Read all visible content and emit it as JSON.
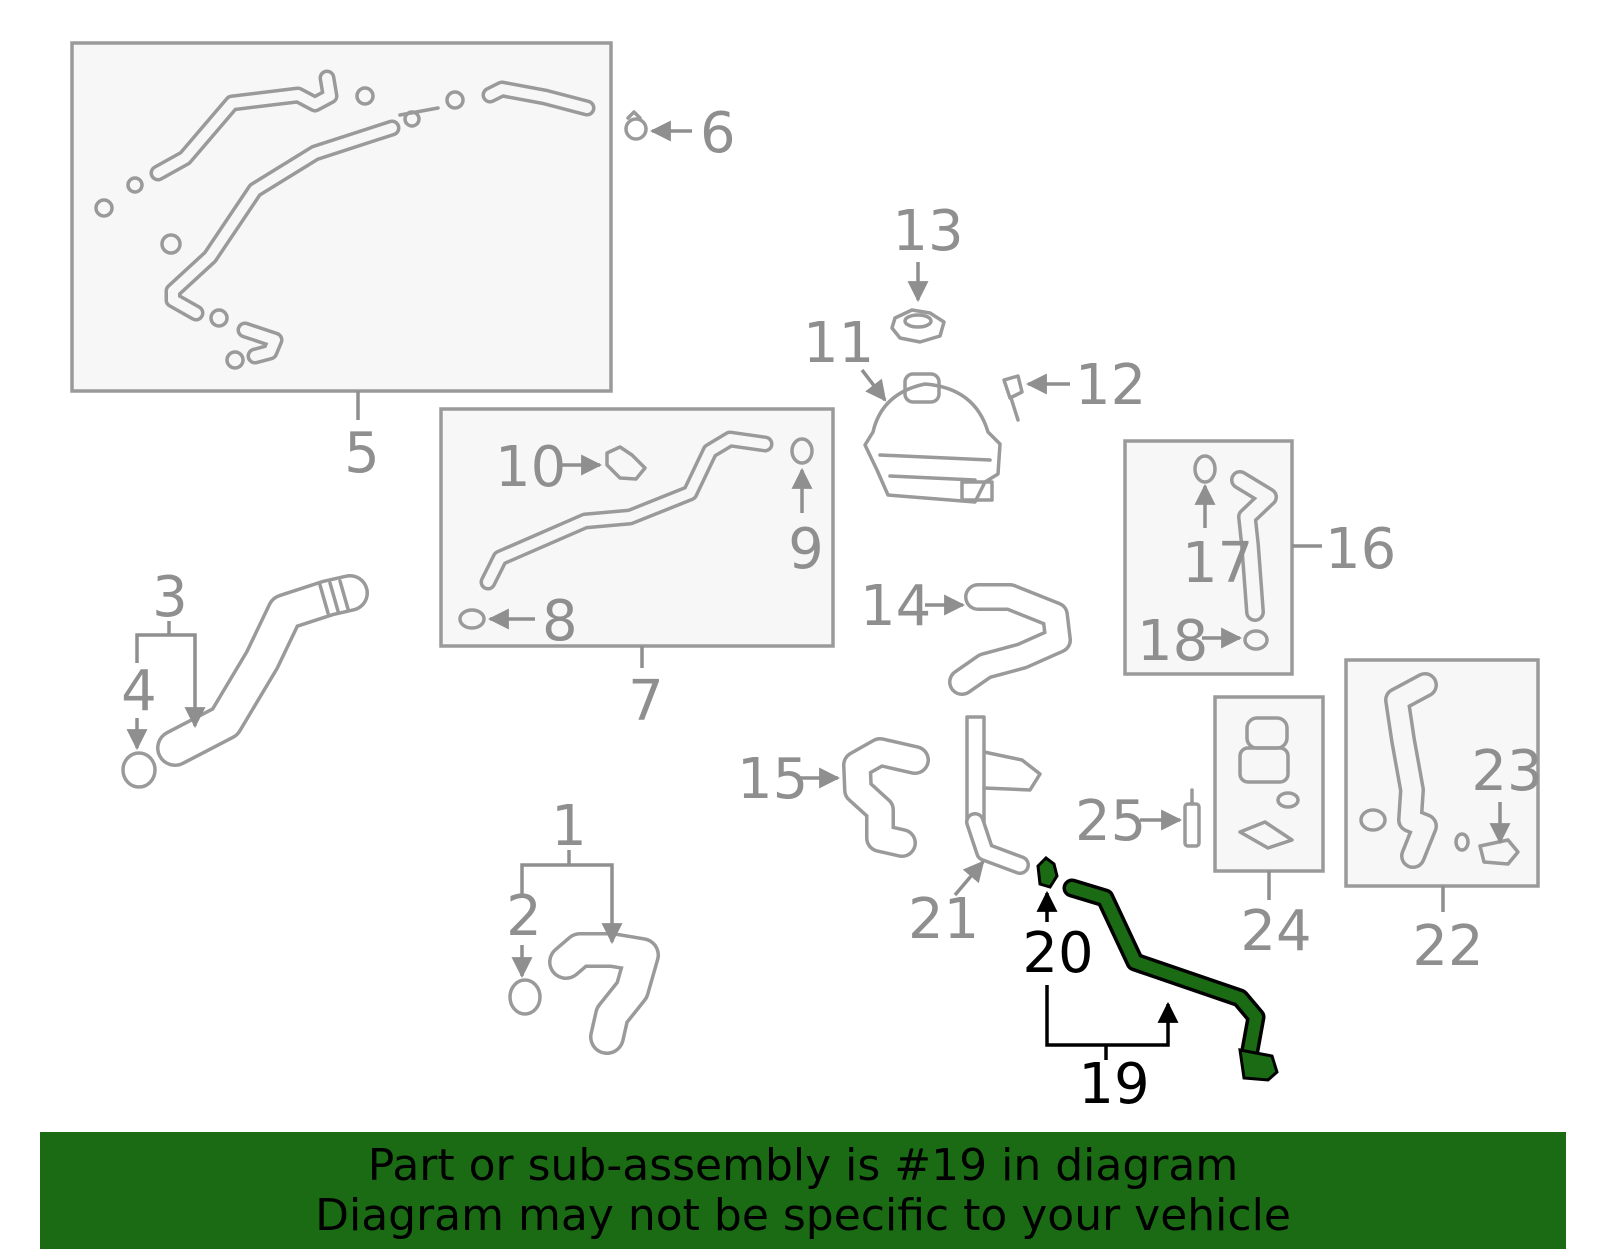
{
  "labels": {
    "p1": "1",
    "p2": "2",
    "p3": "3",
    "p4": "4",
    "p5": "5",
    "p6": "6",
    "p7": "7",
    "p8": "8",
    "p9": "9",
    "p10": "10",
    "p11": "11",
    "p12": "12",
    "p13": "13",
    "p14": "14",
    "p15": "15",
    "p16": "16",
    "p17": "17",
    "p18": "18",
    "p19": "19",
    "p20": "20",
    "p21": "21",
    "p22": "22",
    "p23": "23",
    "p24": "24",
    "p25": "25"
  },
  "highlighted_part": "19",
  "banner": {
    "line1": "Part or sub-assembly is #19 in diagram",
    "line2": "Diagram may not be specific to your vehicle"
  },
  "colors": {
    "highlight": "#1a6b14",
    "outline": "#9a9a9a",
    "label": "#8f8f8f",
    "highlight_label": "#000000"
  }
}
